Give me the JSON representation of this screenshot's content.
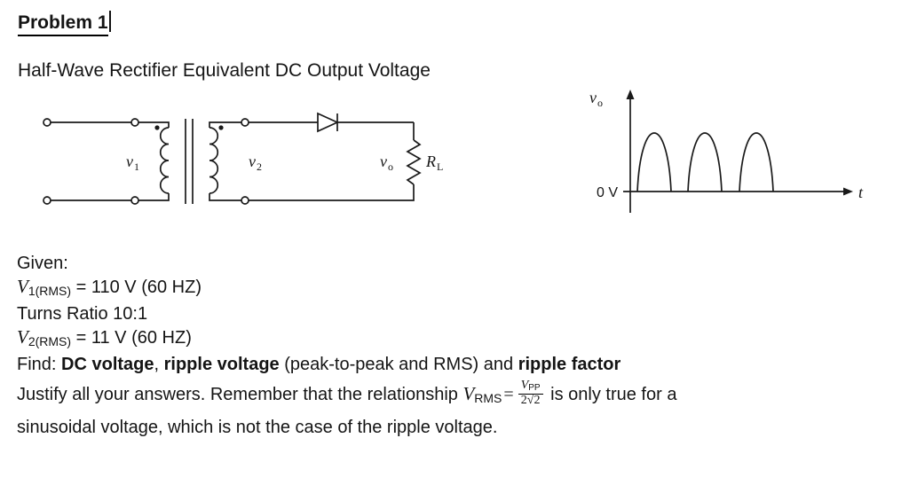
{
  "page": {
    "title": "Problem 1",
    "subtitle": "Half-Wave Rectifier Equivalent DC Output Voltage"
  },
  "circuit": {
    "v1_base": "v",
    "v1_sub": "1",
    "v2_base": "v",
    "v2_sub": "2",
    "vo_base": "v",
    "vo_sub": "o",
    "rl_base": "R",
    "rl_sub": "L"
  },
  "waveform": {
    "yaxis_base": "v",
    "yaxis_sub": "o",
    "origin_label": "0 V",
    "xaxis_label": "t"
  },
  "problem": {
    "given_heading": "Given:",
    "v1_sym": "V",
    "v1_sym_sub": "1(RMS)",
    "v1_value": " = 110 V (60 HZ)",
    "turns_ratio": "Turns Ratio 10:1",
    "v2_sym": "V",
    "v2_sym_sub": "2(RMS)",
    "v2_value": " = 11 V (60 HZ)",
    "find_prefix": "Find: ",
    "find_bold1": "DC voltage",
    "find_sep1": ", ",
    "find_bold2": "ripple voltage",
    "find_mid": " (peak-to-peak and RMS) and ",
    "find_bold3": "ripple factor",
    "justify_pre": "Justify all your answers. Remember that the relationship ",
    "formula_sym": "V",
    "formula_sym_sub": "RMS",
    "formula_eq": "=",
    "formula_num": "V",
    "formula_num_sub": "PP",
    "formula_den": "2√2",
    "justify_post": " is only true for a",
    "justify_line2": "sinusoidal voltage, which is not the case of the ripple voltage."
  }
}
